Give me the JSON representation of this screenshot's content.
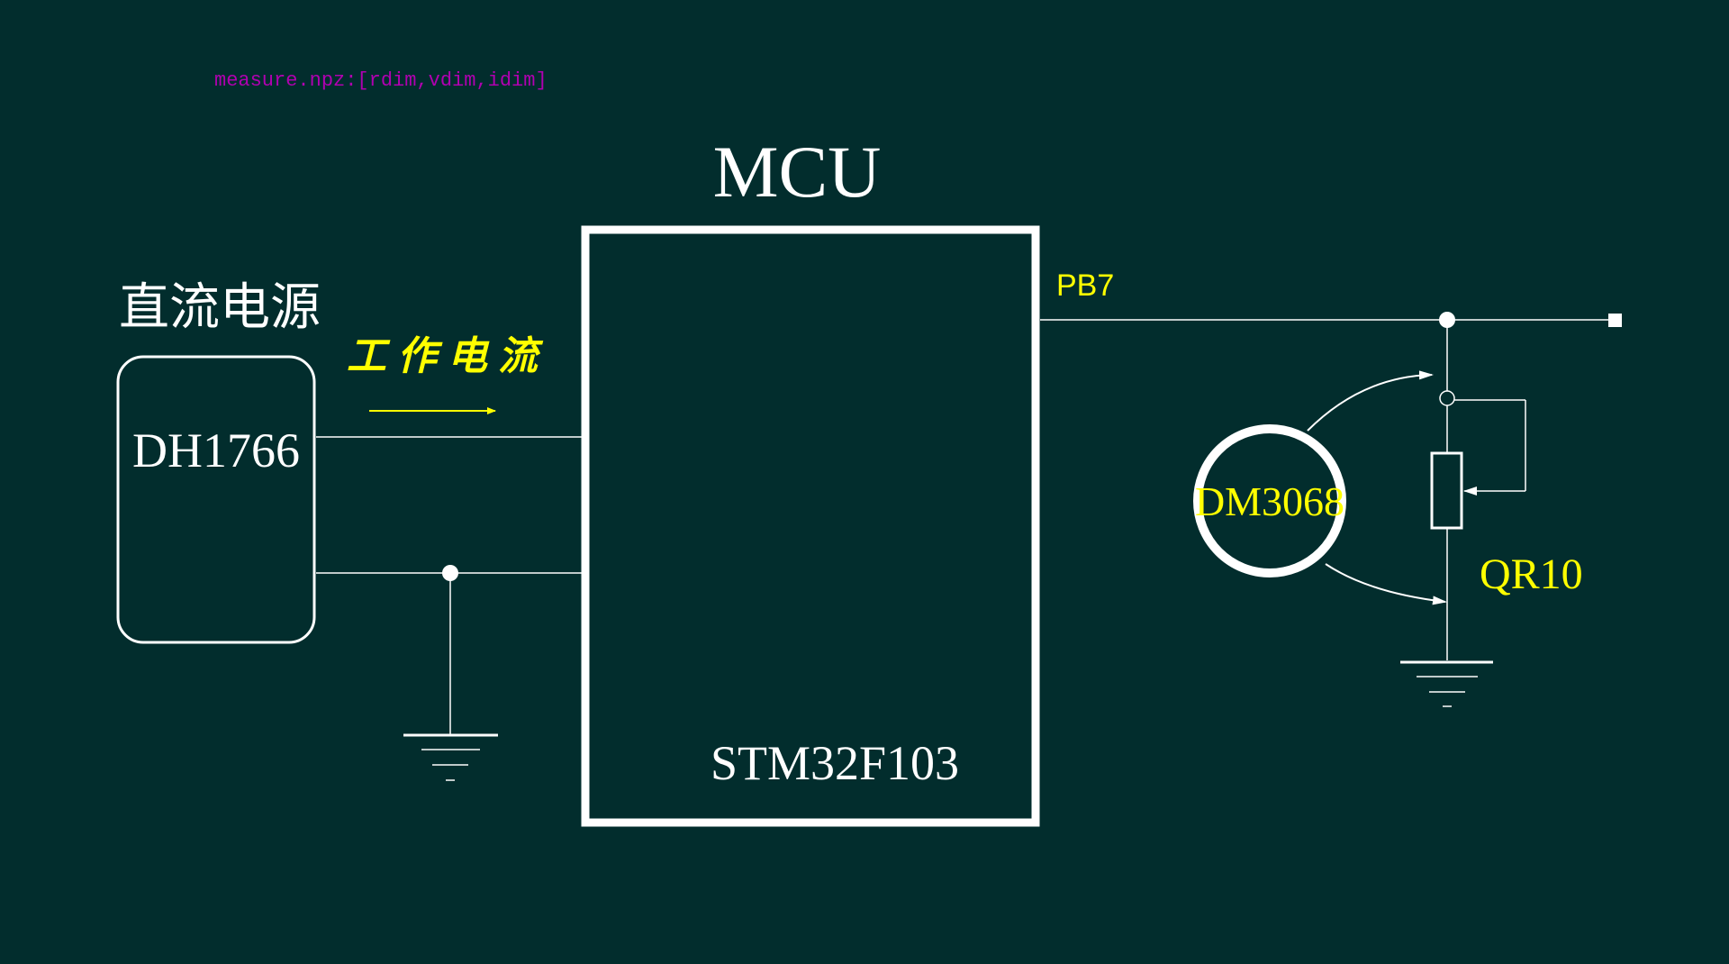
{
  "header_note": "measure.npz:[rdim,vdim,idim]",
  "mcu": {
    "title": "MCU",
    "chip": "STM32F103",
    "pin_label": "PB7"
  },
  "power_supply": {
    "title": "直流电源",
    "model": "DH1766",
    "current_label": "工作电流"
  },
  "meter": {
    "model": "DM3068"
  },
  "potentiometer": {
    "label": "QR10"
  },
  "colors": {
    "background": "#022d2d",
    "wire": "#ffffff",
    "label_yellow": "#ffff00",
    "note_purple": "#b000b0"
  }
}
